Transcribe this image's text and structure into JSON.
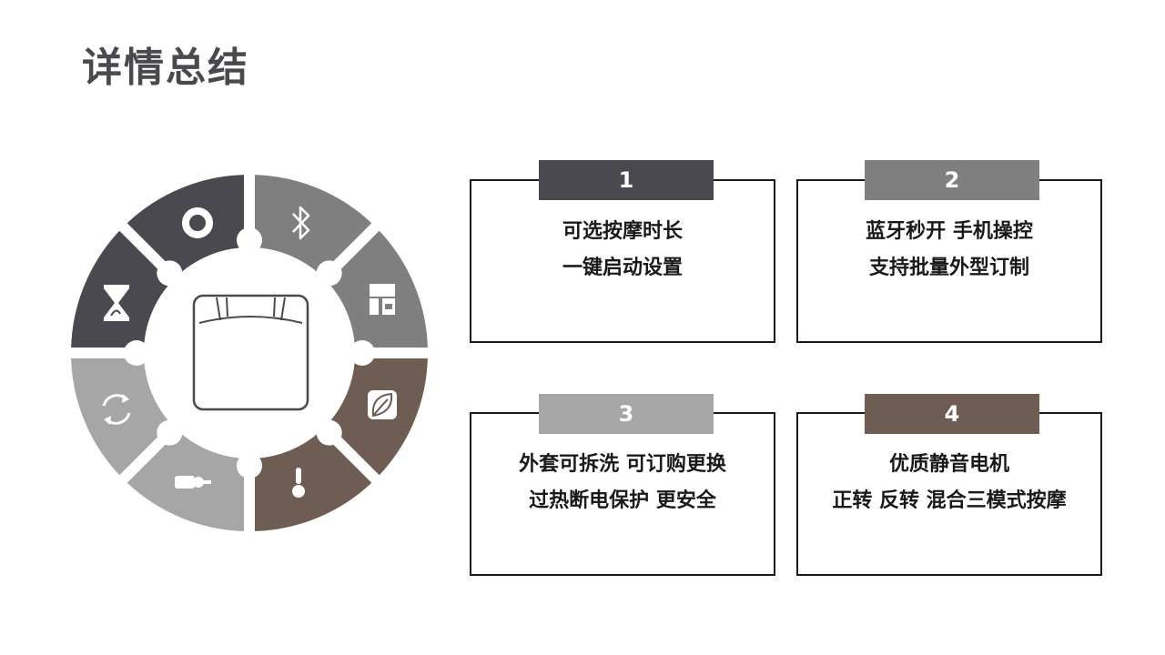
{
  "title": "详情总结",
  "colors": {
    "dark": "#4a4950",
    "mid": "#7f7f7f",
    "light": "#a6a6a6",
    "brown": "#6f5d54",
    "center_stroke": "#4a4a4e"
  },
  "wheel": {
    "segments": [
      {
        "icon": "bluetooth-icon",
        "color": "mid"
      },
      {
        "icon": "cup-icon",
        "color": "mid"
      },
      {
        "icon": "leaf-icon",
        "color": "brown"
      },
      {
        "icon": "thermometer-icon",
        "color": "brown"
      },
      {
        "icon": "motor-icon",
        "color": "light"
      },
      {
        "icon": "refresh-icon",
        "color": "light"
      },
      {
        "icon": "hourglass-icon",
        "color": "dark"
      },
      {
        "icon": "power-ring-icon",
        "color": "dark"
      }
    ],
    "center_icon": "cushion-icon"
  },
  "cards": [
    {
      "number": "1",
      "color": "dark",
      "lines": [
        "可选按摩时长",
        "一键启动设置"
      ]
    },
    {
      "number": "2",
      "color": "mid",
      "lines": [
        "蓝牙秒开 手机操控",
        "支持批量外型订制"
      ]
    },
    {
      "number": "3",
      "color": "light",
      "lines": [
        "外套可拆洗 可订购更换",
        "过热断电保护 更安全"
      ]
    },
    {
      "number": "4",
      "color": "brown",
      "lines": [
        "优质静音电机",
        "正转 反转 混合三模式按摩"
      ]
    }
  ]
}
